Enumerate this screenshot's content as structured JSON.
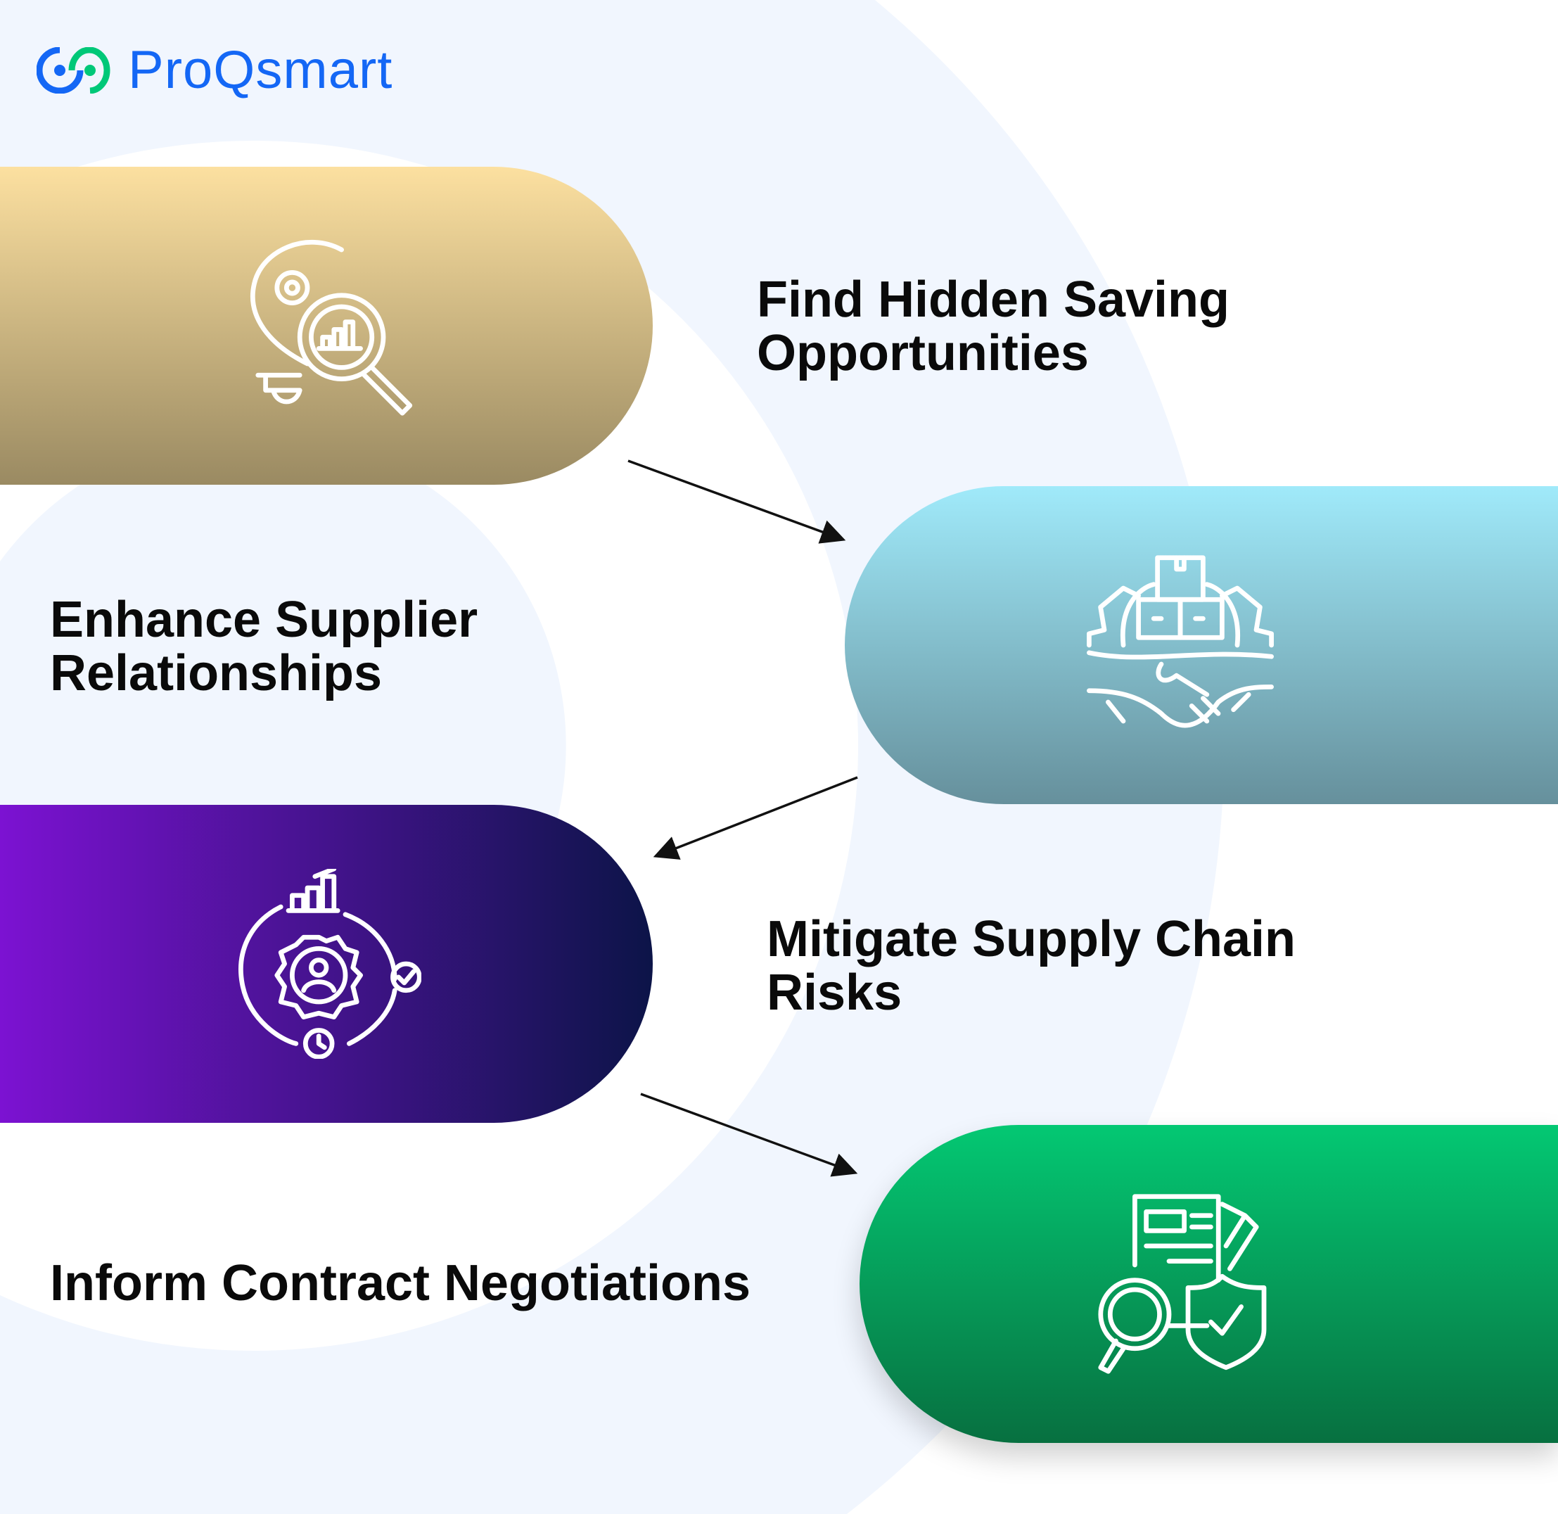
{
  "logo": {
    "text": "ProQsmart",
    "colors": {
      "blue": "#1467f5",
      "green": "#00c878"
    }
  },
  "steps": [
    {
      "label_line1": "Find Hidden Saving",
      "label_line2": "Opportunities",
      "icon": "lightbulb-analytics-icon",
      "color": "#c8b27c"
    },
    {
      "label_line1": "Enhance Supplier",
      "label_line2": "Relationships",
      "icon": "handshake-boxes-icon",
      "color": "#86c2d0"
    },
    {
      "label_line1": "Mitigate Supply Chain",
      "label_line2": "Risks",
      "icon": "gear-cycle-person-icon",
      "color": "#4a1090"
    },
    {
      "label_line1": "Inform Contract Negotiations",
      "icon": "document-search-shield-icon",
      "color": "#05a060"
    }
  ]
}
